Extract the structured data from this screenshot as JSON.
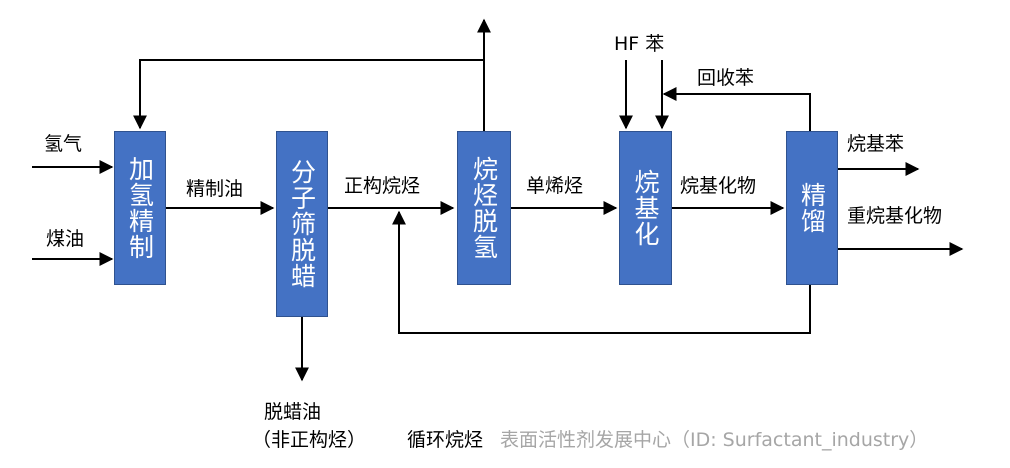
{
  "units": [
    {
      "id": "hydrotreat",
      "text": "加氢精制"
    },
    {
      "id": "sieve",
      "text": "分子筛脱蜡"
    },
    {
      "id": "dehydro",
      "text": "烷烃脱氢"
    },
    {
      "id": "alkylation",
      "text": "烷基化"
    },
    {
      "id": "rectify",
      "text": "精馏"
    }
  ],
  "labels": {
    "hydrogen": "氢气",
    "kerosene": "煤油",
    "refined_oil": "精制油",
    "n_alkane": "正构烷烃",
    "monoolefin": "单烯烃",
    "hf_benzene": "HF 苯",
    "recycle_benzene": "回收苯",
    "alkyl_product": "烷基化物",
    "alkylbenzene": "烷基苯",
    "heavy_alkyl": "重烷基化物",
    "dewax_oil": "脱蜡油",
    "non_normal": "（非正构烃）",
    "recycle_alkane": "循环烷烃"
  },
  "watermark": "表面活性剂发展中心（ID: Surfactant_industry）"
}
